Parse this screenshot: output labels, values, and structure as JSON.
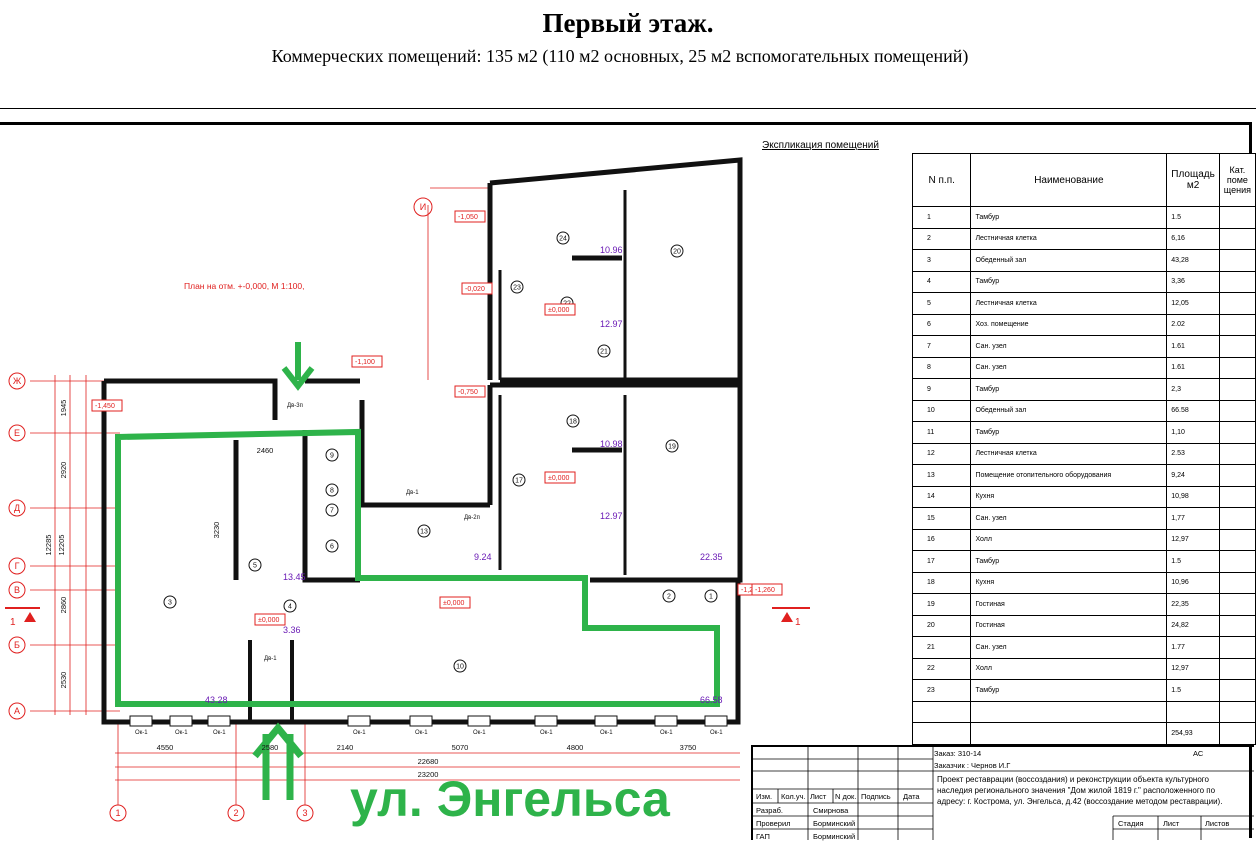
{
  "header": {
    "title": "Первый этаж.",
    "subtitle": "Коммерческих помещений: 135 м2 (110 м2 основных, 25 м2 вспомогательных помещений)"
  },
  "plan": {
    "caption": "План на отм. +-0,000, М 1:100,",
    "street_label": "ул. Энгельса",
    "axis_letters": [
      "Ж",
      "Е",
      "Д",
      "Г",
      "В",
      "Б",
      "А",
      "И"
    ],
    "axis_numbers": [
      "1",
      "2",
      "3"
    ],
    "section_marks": [
      "1",
      "1"
    ],
    "bottom_dims": [
      "4550",
      "2580",
      "2140",
      "5070",
      "4800",
      "3750"
    ],
    "bottom_total_1": "22680",
    "bottom_total_2": "23200",
    "left_dims": [
      "1945",
      "2920",
      "2860",
      "2530"
    ],
    "left_totals": [
      "12285",
      "12205"
    ],
    "inner_dim": "2460",
    "inner_dim_v": "3230",
    "room_areas": [
      "43.28",
      "13.45",
      "3.36",
      "9.24",
      "66.58",
      "22.35",
      "10.98",
      "12.97",
      "10.96",
      "12.97"
    ],
    "levels": [
      "-1,450",
      "-1,100",
      "-0,750",
      "±0,000",
      "-1,240",
      "-1,260",
      "-1,050",
      "-0,020",
      "±0,000",
      "±0,000",
      "±0,000"
    ],
    "window_label": "Ок-1",
    "door_labels": [
      "Дв-3п",
      "Дв-1",
      "Дв-2п",
      "Дв-1"
    ],
    "colors": {
      "highlight": "#2eb34a",
      "annotation": "#e0201f",
      "wall": "#111111",
      "dim_red": "#e0201f"
    }
  },
  "explication": {
    "title": "Экспликация помещений",
    "headers": {
      "n": "N п.п.",
      "name": "Наименование",
      "area": "Площадь м2",
      "cat": "Кат. поме щения"
    },
    "rows": [
      {
        "n": "1",
        "name": "Тамбур",
        "area": "1.5"
      },
      {
        "n": "2",
        "name": "Лестничная клетка",
        "area": "6,16"
      },
      {
        "n": "3",
        "name": "Обеденный зал",
        "area": "43,28"
      },
      {
        "n": "4",
        "name": "Тамбур",
        "area": "3,36"
      },
      {
        "n": "5",
        "name": "Лестничная клетка",
        "area": "12,05"
      },
      {
        "n": "6",
        "name": "Хоз. помещение",
        "area": "2.02"
      },
      {
        "n": "7",
        "name": "Сан. узел",
        "area": "1.61"
      },
      {
        "n": "8",
        "name": "Сан. узел",
        "area": "1.61"
      },
      {
        "n": "9",
        "name": "Тамбур",
        "area": "2,3"
      },
      {
        "n": "10",
        "name": "Обеденный зал",
        "area": "66.58"
      },
      {
        "n": "11",
        "name": "Тамбур",
        "area": "1,10"
      },
      {
        "n": "12",
        "name": "Лестничная клетка",
        "area": "2.53"
      },
      {
        "n": "13",
        "name": "Помещение отопительного оборудования",
        "area": "9,24"
      },
      {
        "n": "14",
        "name": "Кухня",
        "area": "10,98"
      },
      {
        "n": "15",
        "name": "Сан. узел",
        "area": "1,77"
      },
      {
        "n": "16",
        "name": "Холл",
        "area": "12,97"
      },
      {
        "n": "17",
        "name": "Тамбур",
        "area": "1.5"
      },
      {
        "n": "18",
        "name": "Кухня",
        "area": "10,96"
      },
      {
        "n": "19",
        "name": "Гостиная",
        "area": "22,35"
      },
      {
        "n": "20",
        "name": "Гостиная",
        "area": "24,82"
      },
      {
        "n": "21",
        "name": "Сан. узел",
        "area": "1.77"
      },
      {
        "n": "22",
        "name": "Холл",
        "area": "12,97"
      },
      {
        "n": "23",
        "name": "Тамбур",
        "area": "1.5"
      },
      {
        "n": "",
        "name": "",
        "area": ""
      },
      {
        "n": "",
        "name": "",
        "area": "254,93"
      }
    ]
  },
  "stamp": {
    "order": "Заказ: 310-14",
    "customer": "Заказчик : Чернов И.Г",
    "stage_code": "АС",
    "col_izm": "Изм.",
    "col_kol": "Кол.уч.",
    "col_list": "Лист",
    "col_ndok": "N док.",
    "col_podp": "Подпись",
    "col_data": "Дата",
    "razrab": "Разраб.",
    "razrab_name": "Смирнова",
    "proveril": "Проверил",
    "proveril_name": "Борминский",
    "gap": "ГАП",
    "gap_name": "Борминский",
    "project": "Проект реставрации (воссоздания) и реконструкции объекта культурного наследия регионального значения \"Дом жилой 1819 г.\" расположенного по адресу: г. Кострома, ул. Энгельса, д.42 (воссоздание методом реставрации).",
    "stadia": "Стадия",
    "list": "Лист",
    "listov": "Листов"
  }
}
